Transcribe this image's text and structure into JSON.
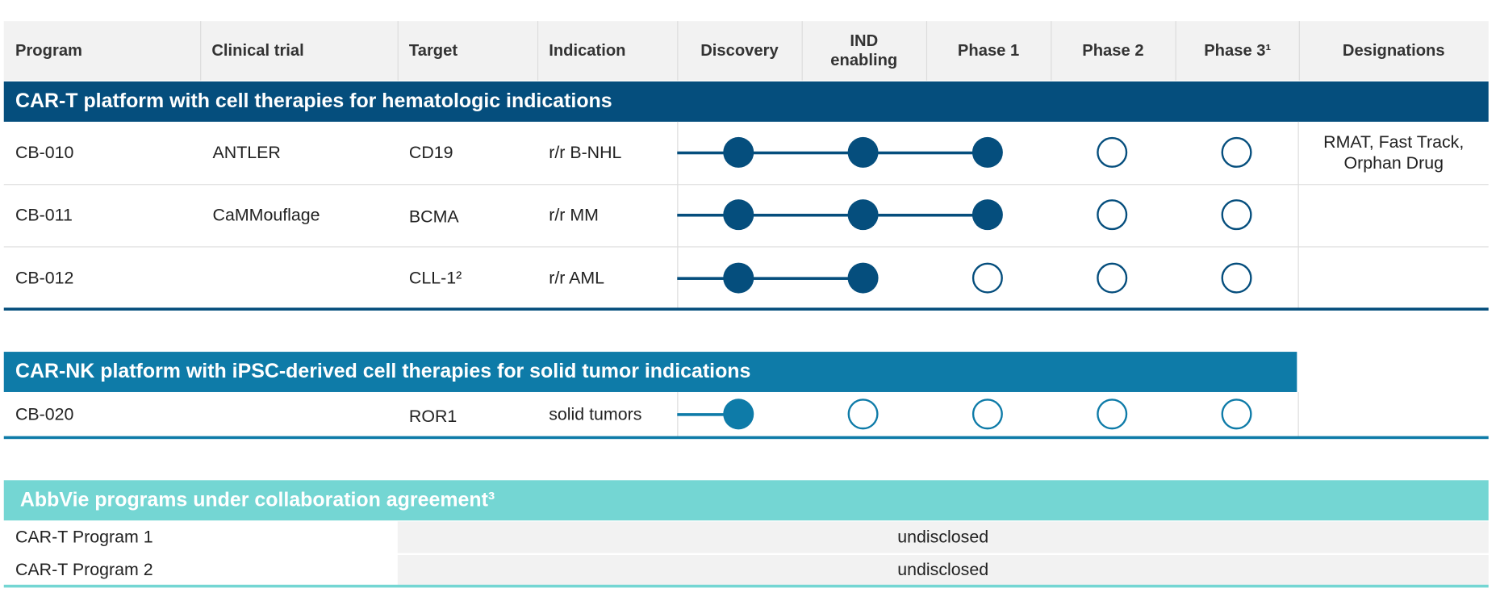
{
  "header": {
    "program": "Program",
    "clinical_trial": "Clinical trial",
    "target": "Target",
    "indication": "Indication",
    "discovery": "Discovery",
    "ind_enabling_line1": "IND",
    "ind_enabling_line2": "enabling",
    "phase1": "Phase 1",
    "phase2": "Phase 2",
    "phase3": "Phase 3¹",
    "designations": "Designations"
  },
  "sections": {
    "cart": {
      "title": "CAR-T platform with cell therapies for hematologic indications",
      "color": "#054e7d",
      "rows": [
        {
          "program": "CB-010",
          "trial": "ANTLER",
          "target": "CD19",
          "indication": "r/r B-NHL",
          "stage": 3,
          "designation_line1": "RMAT, Fast Track,",
          "designation_line2": "Orphan Drug"
        },
        {
          "program": "CB-011",
          "trial": "CaMMouflage",
          "target": "BCMA",
          "indication": "r/r MM",
          "stage": 3,
          "designation_line1": "",
          "designation_line2": ""
        },
        {
          "program": "CB-012",
          "trial": "",
          "target": "CLL-1²",
          "indication": "r/r AML",
          "stage": 2,
          "designation_line1": "",
          "designation_line2": ""
        }
      ]
    },
    "nk": {
      "title": "CAR-NK platform with iPSC-derived cell therapies for solid tumor indications",
      "color": "#0e7ba8",
      "rows": [
        {
          "program": "CB-020",
          "trial": "",
          "target": "ROR1",
          "indication": "solid tumors",
          "stage": 1
        }
      ]
    },
    "abbvie": {
      "title": "AbbVie programs under collaboration agreement³",
      "color": "#74d6d3",
      "rows": [
        {
          "program": "CAR-T Program 1",
          "status": "undisclosed"
        },
        {
          "program": "CAR-T Program 2",
          "status": "undisclosed"
        }
      ]
    }
  }
}
